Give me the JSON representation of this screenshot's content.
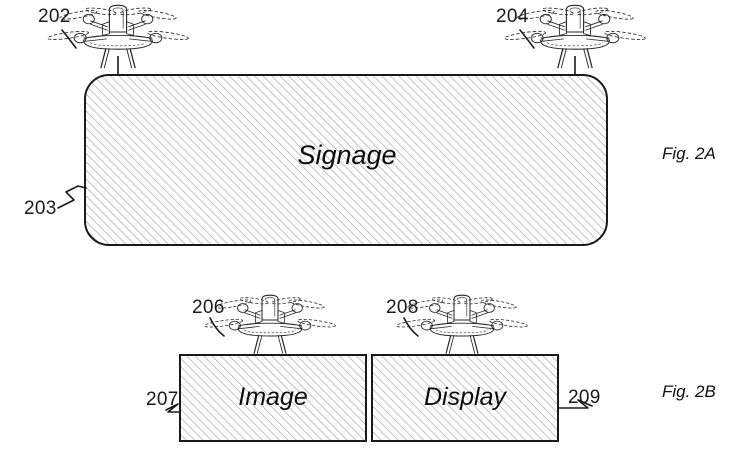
{
  "drawing": {
    "type": "patent-figure",
    "title_context": "Drone-carried signage and display panels",
    "background_color": "#ffffff",
    "line_color": "#1a1a1a",
    "hatch_color": "#9a9a9a"
  },
  "figures": [
    {
      "id": "fig-2a",
      "caption": "Fig. 2A",
      "panels": [
        {
          "name": "signage-panel",
          "label_text": "Signage",
          "reference_numeral": "203",
          "shape": "rounded-rectangle",
          "hatched": true
        }
      ],
      "drones": [
        {
          "name": "drone-left",
          "reference_numeral": "202",
          "type": "hexacopter",
          "state": "tethered-above-panel"
        },
        {
          "name": "drone-right",
          "reference_numeral": "204",
          "type": "hexacopter",
          "state": "tethered-above-panel"
        }
      ]
    },
    {
      "id": "fig-2b",
      "caption": "Fig. 2B",
      "panels": [
        {
          "name": "image-panel",
          "label_text": "Image",
          "reference_numeral": "207",
          "shape": "rectangle",
          "hatched": true
        },
        {
          "name": "display-panel",
          "label_text": "Display",
          "reference_numeral": "209",
          "shape": "rectangle",
          "hatched": true
        }
      ],
      "drones": [
        {
          "name": "drone-image",
          "reference_numeral": "206",
          "type": "hexacopter",
          "state": "landed-on-panel"
        },
        {
          "name": "drone-display",
          "reference_numeral": "208",
          "type": "hexacopter",
          "state": "landed-on-panel"
        }
      ]
    }
  ],
  "reference_numerals": {
    "n202": "202",
    "n203": "203",
    "n204": "204",
    "n206": "206",
    "n207": "207",
    "n208": "208",
    "n209": "209"
  },
  "captions": {
    "fig_2a": "Fig. 2A",
    "fig_2b": "Fig. 2B"
  },
  "panel_labels": {
    "signage": "Signage",
    "image": "Image",
    "display": "Display"
  }
}
